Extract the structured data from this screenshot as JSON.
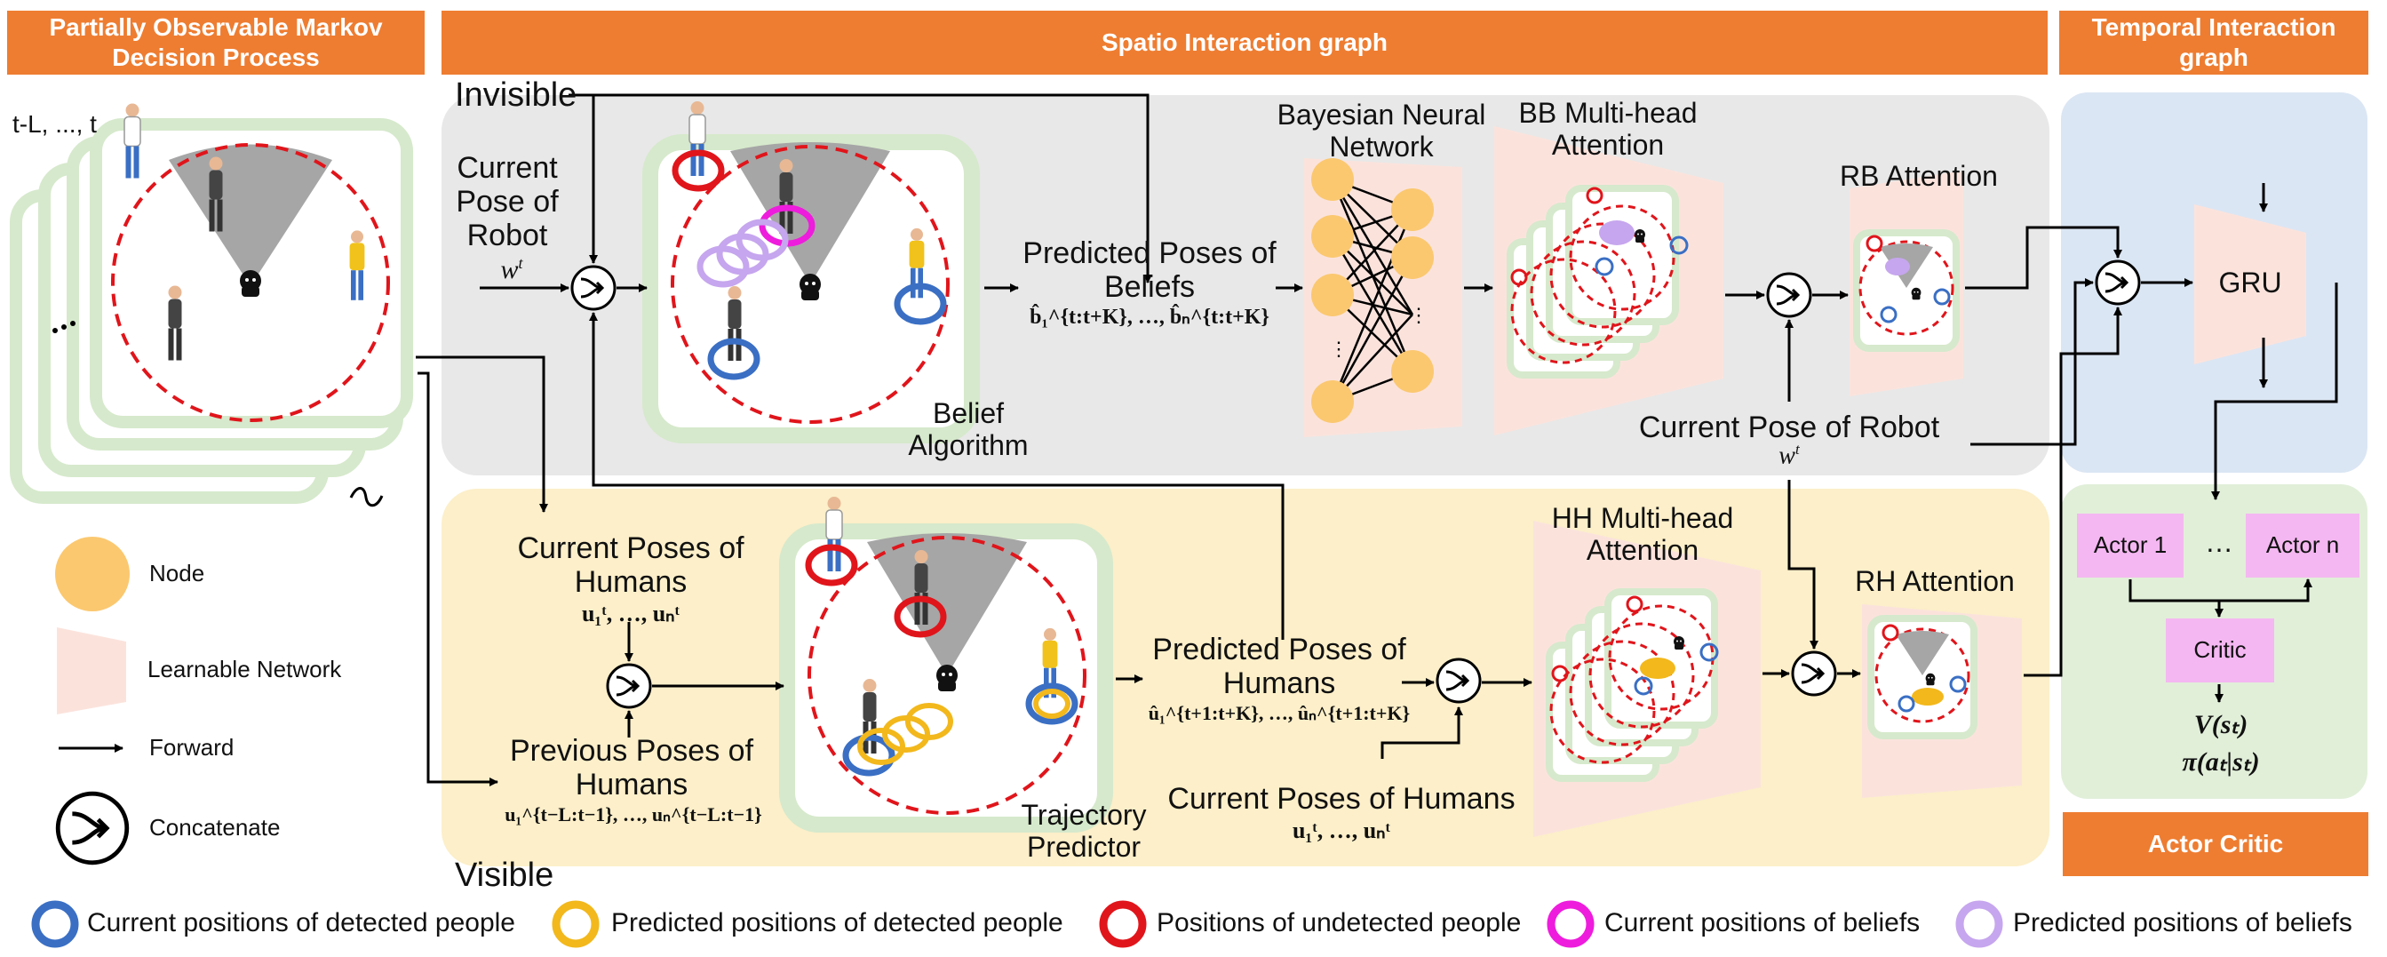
{
  "headers": {
    "pomdp": "Partially Observable Markov Decision Process",
    "spatio": "Spatio Interaction graph",
    "temporal": "Temporal Interaction graph",
    "actor_critic": "Actor Critic"
  },
  "pomdp": {
    "time_label": "t-L, ..., t"
  },
  "invisible": {
    "region_label": "Invisible",
    "current_pose_robot": "Current Pose of Robot",
    "w_t": "w",
    "w_t_sup": "t",
    "belief_algorithm": "Belief Algorithm",
    "predicted_beliefs": "Predicted Poses of Beliefs",
    "predicted_beliefs_formula": "b̂₁^{t:t+K}, …, b̂ₙ^{t:t+K}",
    "bnn": "Bayesian Neural Network",
    "bb_attention": "BB Multi-head Attention",
    "rb_attention": "RB Attention",
    "current_pose_robot_2": "Current Pose of Robot",
    "w_t_2": "w",
    "w_t_2_sup": "t"
  },
  "visible": {
    "region_label": "Visible",
    "current_poses_humans": "Current Poses of Humans",
    "current_poses_formula": "u₁ᵗ, …, uₙᵗ",
    "previous_poses_humans": "Previous Poses of Humans",
    "previous_poses_formula": "u₁^{t−L:t−1}, …, uₙ^{t−L:t−1}",
    "trajectory_predictor": "Trajectory Predictor",
    "predicted_poses_humans": "Predicted Poses of Humans",
    "predicted_poses_formula": "û₁^{t+1:t+K}, …, ûₙ^{t+1:t+K}",
    "current_poses_humans_2": "Current Poses of Humans",
    "current_poses_formula_2": "u₁ᵗ, …, uₙᵗ",
    "hh_attention": "HH Multi-head Attention",
    "rh_attention": "RH Attention"
  },
  "temporal": {
    "gru": "GRU"
  },
  "actor_critic": {
    "actor1": "Actor 1",
    "dots": "…",
    "actorn": "Actor n",
    "critic": "Critic",
    "value": "V(sₜ)",
    "policy": "π(aₜ|sₜ)"
  },
  "legend": {
    "node": "Node",
    "learnable_network": "Learnable Network",
    "forward": "Forward",
    "concatenate": "Concatenate"
  },
  "bottom_legend": [
    {
      "label": "Current positions of detected people",
      "color": "#3a6fc4"
    },
    {
      "label": "Predicted positions of detected people",
      "color": "#f2b81c"
    },
    {
      "label": "Positions of undetected people",
      "color": "#e0151b"
    },
    {
      "label": "Current positions of beliefs",
      "color": "#ee1cdc"
    },
    {
      "label": "Predicted positions of beliefs",
      "color": "#c6a6ee"
    }
  ],
  "colors": {
    "header": "#ee7d31",
    "invisible_bg": "#e8e8e8",
    "visible_bg": "#fcefc9",
    "temporal_bg": "#dbe6f4",
    "actor_critic_bg": "#e1efd9",
    "node": "#fbc870",
    "learnable": "#fbe3dc",
    "actor_box": "#f4b7f1",
    "frame_green": "#d6e9cc"
  }
}
